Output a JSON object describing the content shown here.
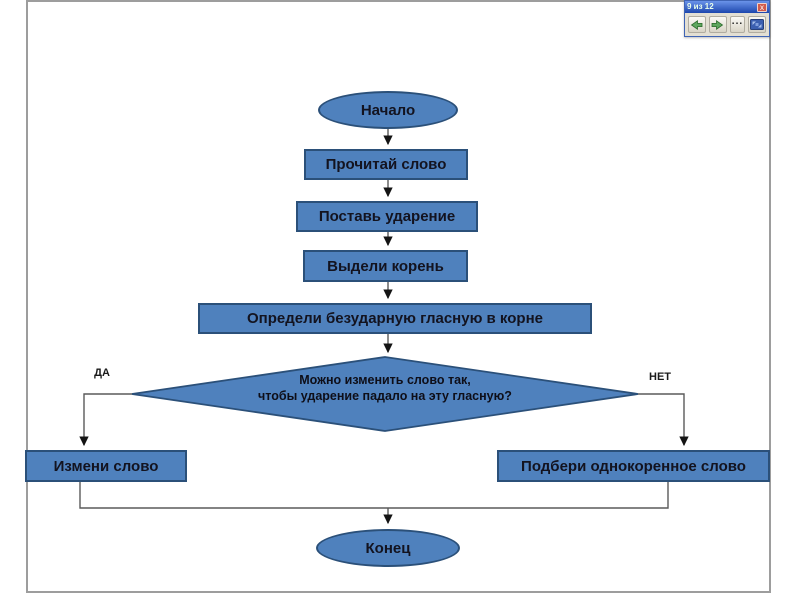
{
  "toolbar": {
    "title": "9 из 12",
    "close_label": "x",
    "more_label": "...",
    "buttons": [
      {
        "name": "previous-slide",
        "icon": "arrow-left-icon"
      },
      {
        "name": "next-slide",
        "icon": "arrow-right-icon"
      },
      {
        "name": "more-options",
        "icon": "ellipsis"
      },
      {
        "name": "slideshow-menu",
        "icon": "screen-icon"
      }
    ]
  },
  "flowchart": {
    "start": {
      "label": "Начало"
    },
    "steps": [
      {
        "label": "Прочитай слово"
      },
      {
        "label": "Поставь ударение"
      },
      {
        "label": "Выдели корень"
      },
      {
        "label": "Определи безударную гласную в корне"
      }
    ],
    "decision": {
      "line1": "Можно изменить слово так,",
      "line2": "чтобы ударение падало на эту гласную?",
      "yes": "ДА",
      "no": "НЕТ"
    },
    "branches": {
      "yes": {
        "label": "Измени слово"
      },
      "no": {
        "label": "Подбери однокоренное слово"
      }
    },
    "end": {
      "label": "Конец"
    }
  },
  "colors": {
    "shape_fill": "#4f81bd",
    "shape_border": "#2b5079",
    "connector": "#5a5a5a",
    "arrowhead": "#141414",
    "text": "#13131f"
  }
}
